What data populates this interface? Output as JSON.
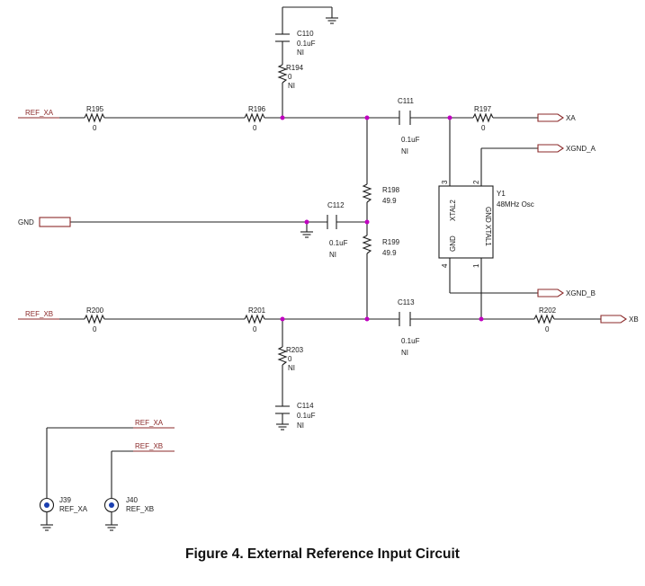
{
  "figure": {
    "caption": "Figure 4. External Reference Input Circuit"
  },
  "nets": {
    "ref_xa": "REF_XA",
    "ref_xb": "REF_XB",
    "gnd": "GND",
    "xa": "XA",
    "xb": "XB",
    "xgnd_a": "XGND_A",
    "xgnd_b": "XGND_B",
    "ref_xa_bus": "REF_XA",
    "ref_xb_bus": "REF_XB"
  },
  "components": {
    "r195": {
      "ref": "R195",
      "value": "0"
    },
    "r196": {
      "ref": "R196",
      "value": "0"
    },
    "r197": {
      "ref": "R197",
      "value": "0"
    },
    "r194": {
      "ref": "R194",
      "value": "0",
      "value2": "NI"
    },
    "c110": {
      "ref": "C110",
      "value": "0.1uF",
      "value2": "NI"
    },
    "c111": {
      "ref": "C111",
      "value": "0.1uF",
      "value2": "NI"
    },
    "r198": {
      "ref": "R198",
      "value": "49.9"
    },
    "c112": {
      "ref": "C112",
      "value": "0.1uF",
      "value2": "NI"
    },
    "r199": {
      "ref": "R199",
      "value": "49.9"
    },
    "r200": {
      "ref": "R200",
      "value": "0"
    },
    "r201": {
      "ref": "R201",
      "value": "0"
    },
    "r202": {
      "ref": "R202",
      "value": "0"
    },
    "r203": {
      "ref": "R203",
      "value": "0",
      "value2": "NI"
    },
    "c113": {
      "ref": "C113",
      "value": "0.1uF",
      "value2": "NI"
    },
    "c114": {
      "ref": "C114",
      "value": "0.1uF",
      "value2": "NI"
    },
    "y1": {
      "ref": "Y1",
      "value": "48MHz Osc",
      "pin_xtal2": "XTAL2",
      "pin_gnd_top": "GND",
      "pin_gnd_bottom": "GND",
      "pin_xtal1": "XTAL1",
      "pin_num_1": "1",
      "pin_num_2": "2",
      "pin_num_3": "3",
      "pin_num_4": "4"
    },
    "j39": {
      "ref": "J39",
      "value": "REF_XA"
    },
    "j40": {
      "ref": "J40",
      "value": "REF_XB"
    }
  }
}
